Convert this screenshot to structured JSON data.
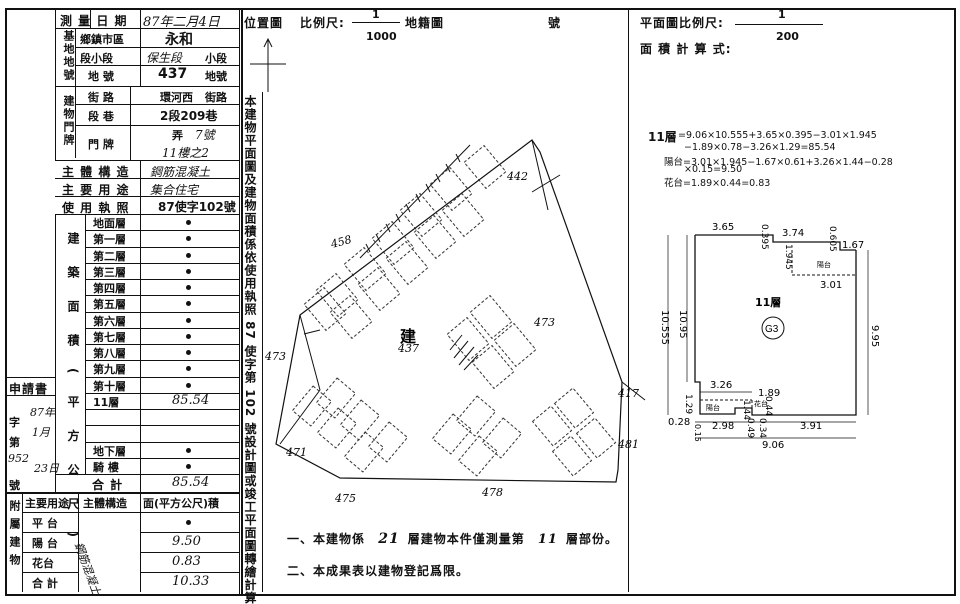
{
  "left": {
    "survey_date_label": "測 量 日 期",
    "survey_date_value": "87年二月4日",
    "base_label": "基地地號",
    "district_label": "鄉鎮市區",
    "district_value": "永和",
    "section_label": "段小段",
    "section_value": "保生段",
    "subsection_label": "小段",
    "lot_label": "地 號",
    "lot_value": "437",
    "lot_suffix": "地號",
    "door_label": "建物門牌",
    "street_label": "街 路",
    "street_value": "環河西",
    "street_suffix": "街路",
    "lane_label": "段 巷",
    "lane_value": "2段209巷",
    "alley_label": "弄",
    "alley_value": "7號",
    "floor_value": "11樓之2",
    "structure_label": "主 體 構 造",
    "structure_value": "鋼筋混凝土",
    "use_label": "主 要 用 途",
    "use_value": "集合住宅",
    "license_label": "使 用 執 照",
    "license_value": "87使字102號",
    "area_group_label": "建築面積(平方公尺)",
    "floors": [
      "地面層",
      "第一層",
      "第二層",
      "第三層",
      "第四層",
      "第五層",
      "第六層",
      "第七層",
      "第八層",
      "第九層",
      "第十層",
      "11層",
      "",
      "",
      "地下層",
      "騎 樓"
    ],
    "floors_values": [
      "",
      "",
      "",
      "",
      "",
      "",
      "",
      "",
      "",
      "",
      "",
      "85.54",
      "",
      "",
      "",
      ""
    ],
    "total_label": "合 計",
    "total_value": "85.54",
    "application_label": "申請書",
    "app_zi_label": "字",
    "app_year": "87年",
    "app_month": "1月",
    "app_day": "23日",
    "app_di_label": "第",
    "app_num": "952",
    "app_hao_label": "號",
    "attach_group_label": "附屬建物",
    "attach_use_header": "主要用途",
    "attach_struct_header": "主體構造",
    "attach_area_header": "面(平方公尺)積",
    "attach_struct_value": "鋼筋混凝土",
    "attach_rows": [
      {
        "name": "平 台",
        "value": ""
      },
      {
        "name": "陽 台",
        "value": "9.50"
      },
      {
        "name": "花台",
        "value": "0.83"
      },
      {
        "name": "合 計",
        "value": "10.33"
      }
    ]
  },
  "middle": {
    "vertical_text": "本建物平面圖及建物面積係依使用執照 87 使字第 102 號設計圖或竣工平面圖轉繪計算",
    "location_label": "位置圖",
    "scale_label": "比例尺:",
    "scale_num": "1",
    "scale_den": "1000",
    "cadastral_label": "地籍圖",
    "hao_label": "號",
    "lot_labels": [
      "442",
      "458",
      "473",
      "437",
      "473",
      "471",
      "475",
      "478",
      "481",
      "417"
    ],
    "center_label": "建",
    "footnote1_prefix": "一、本建物係",
    "footnote1_a": "21",
    "footnote1_mid": "層建物本件僅測量第",
    "footnote1_b": "11",
    "footnote1_suffix": "層部份。",
    "footnote2": "二、本成果表以建物登記爲限。"
  },
  "right": {
    "plan_scale_label": "平面圖比例尺:",
    "plan_scale_num": "1",
    "plan_scale_den": "200",
    "area_calc_label": "面 積 計 算 式:",
    "calc_floor": "11層",
    "calc_line1": "=9.06×10.555+3.65×0.395−3.01×1.945",
    "calc_line2": "−1.89×0.78−3.26×1.29=85.54",
    "calc_line3": "陽台=3.01×1.945−1.67×0.61+3.26×1.44−0.28",
    "calc_line4": "×0.15=9.50",
    "calc_line5": "花台=1.89×0.44=0.83",
    "dims": {
      "top1": "3.65",
      "top2": "3.74",
      "v395": "0.395",
      "v605": "0.605",
      "r167": "1.67",
      "v1945": "1.945",
      "r301": "3.01",
      "left10555": "10.555",
      "left1095": "10.95",
      "right995": "9.95",
      "b326": "3.26",
      "b189": "1.89",
      "v044": "0.44",
      "v129": "1.29",
      "v144": "1.44",
      "b028": "0.28",
      "b015": "0.15",
      "b298": "2.98",
      "b049": "0.49",
      "b034": "0.34",
      "b391": "3.91",
      "b906": "9.06"
    },
    "balcony1": "陽台",
    "balcony2": "陽台",
    "flower": "花台",
    "floor_title": "11層",
    "unit_label": "G3"
  }
}
